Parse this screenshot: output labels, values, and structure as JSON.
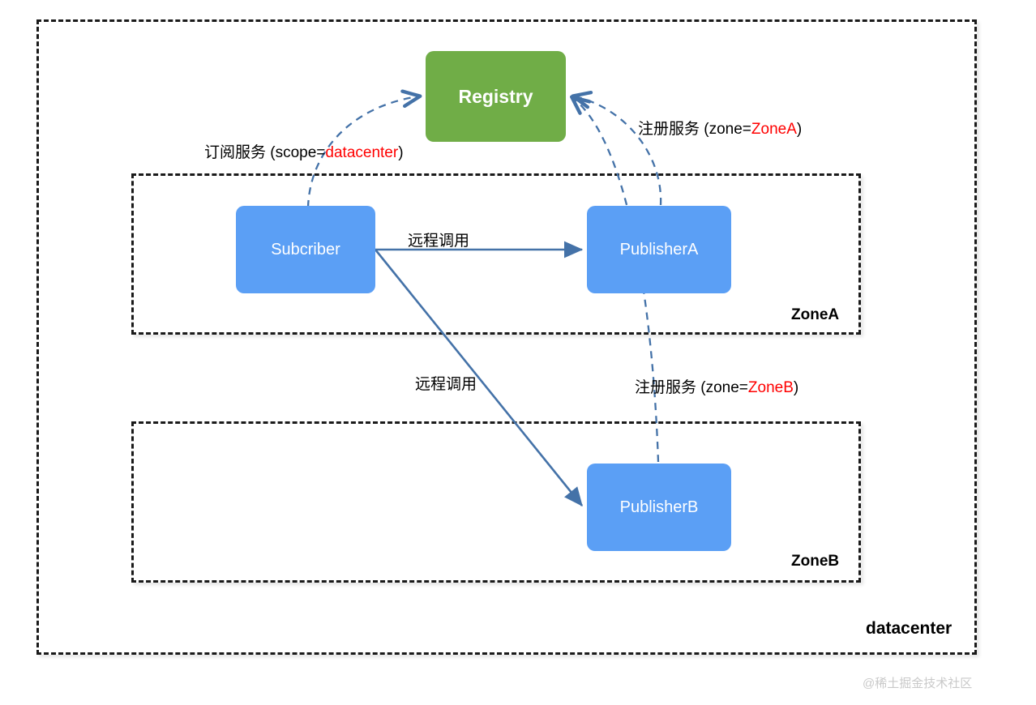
{
  "diagram": {
    "title_watermark": "@稀土掘金技术社区",
    "colors": {
      "registry_fill": "#70ad47",
      "service_fill": "#5b9ff5",
      "arrow_solid": "#4472a8",
      "arrow_dashed": "#4472a8",
      "highlight_text": "#ff0000",
      "container_border": "#1a1a1a",
      "background": "#ffffff"
    },
    "containers": [
      {
        "id": "datacenter",
        "label": "datacenter",
        "style": "dashed"
      },
      {
        "id": "zonea",
        "label": "ZoneA",
        "style": "dashed"
      },
      {
        "id": "zoneb",
        "label": "ZoneB",
        "style": "dashed"
      }
    ],
    "nodes": [
      {
        "id": "registry",
        "label": "Registry",
        "fill": "#70ad47"
      },
      {
        "id": "subcriber",
        "label": "Subcriber",
        "fill": "#5b9ff5"
      },
      {
        "id": "publisherA",
        "label": "PublisherA",
        "fill": "#5b9ff5"
      },
      {
        "id": "publisherB",
        "label": "PublisherB",
        "fill": "#5b9ff5"
      }
    ],
    "edges": [
      {
        "id": "subscribe",
        "from": "subcriber",
        "to": "registry",
        "style": "dashed",
        "label_prefix": "订阅服务 (scope=",
        "label_highlight": "datacenter",
        "label_suffix": ")"
      },
      {
        "id": "register-a",
        "from": "publisherA",
        "to": "registry",
        "style": "dashed",
        "label_prefix": "注册服务 (zone=",
        "label_highlight": "ZoneA",
        "label_suffix": ")"
      },
      {
        "id": "register-b",
        "from": "publisherB",
        "to": "registry",
        "style": "dashed",
        "label_prefix": "注册服务 (zone=",
        "label_highlight": "ZoneB",
        "label_suffix": ")"
      },
      {
        "id": "rpc-a",
        "from": "subcriber",
        "to": "publisherA",
        "style": "solid",
        "label": "远程调用"
      },
      {
        "id": "rpc-b",
        "from": "subcriber",
        "to": "publisherB",
        "style": "solid",
        "label": "远程调用"
      }
    ]
  }
}
